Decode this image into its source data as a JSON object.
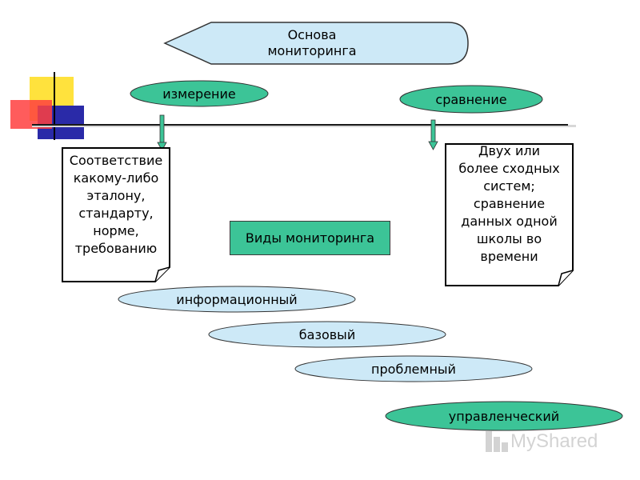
{
  "diagram": {
    "header": "Основа\nмониторинга",
    "left_oval": "измерение",
    "right_oval": "сравнение",
    "left_note": "Соответствие\nкакому-либо\nэталону,\nстандарту,\nнорме,\nтребованию",
    "right_note": "Двух или\nболее сходных\nсистем;\nсравнение\nданных одной\nшколы во\nвремени",
    "types_title": "Виды мониторинга",
    "types": [
      "информационный",
      "базовый",
      "проблемный",
      "управленческий"
    ]
  },
  "watermark": "MyShared",
  "colors": {
    "teal": "#3cc497",
    "light_blue": "#cde9f7",
    "outline": "#333333"
  }
}
